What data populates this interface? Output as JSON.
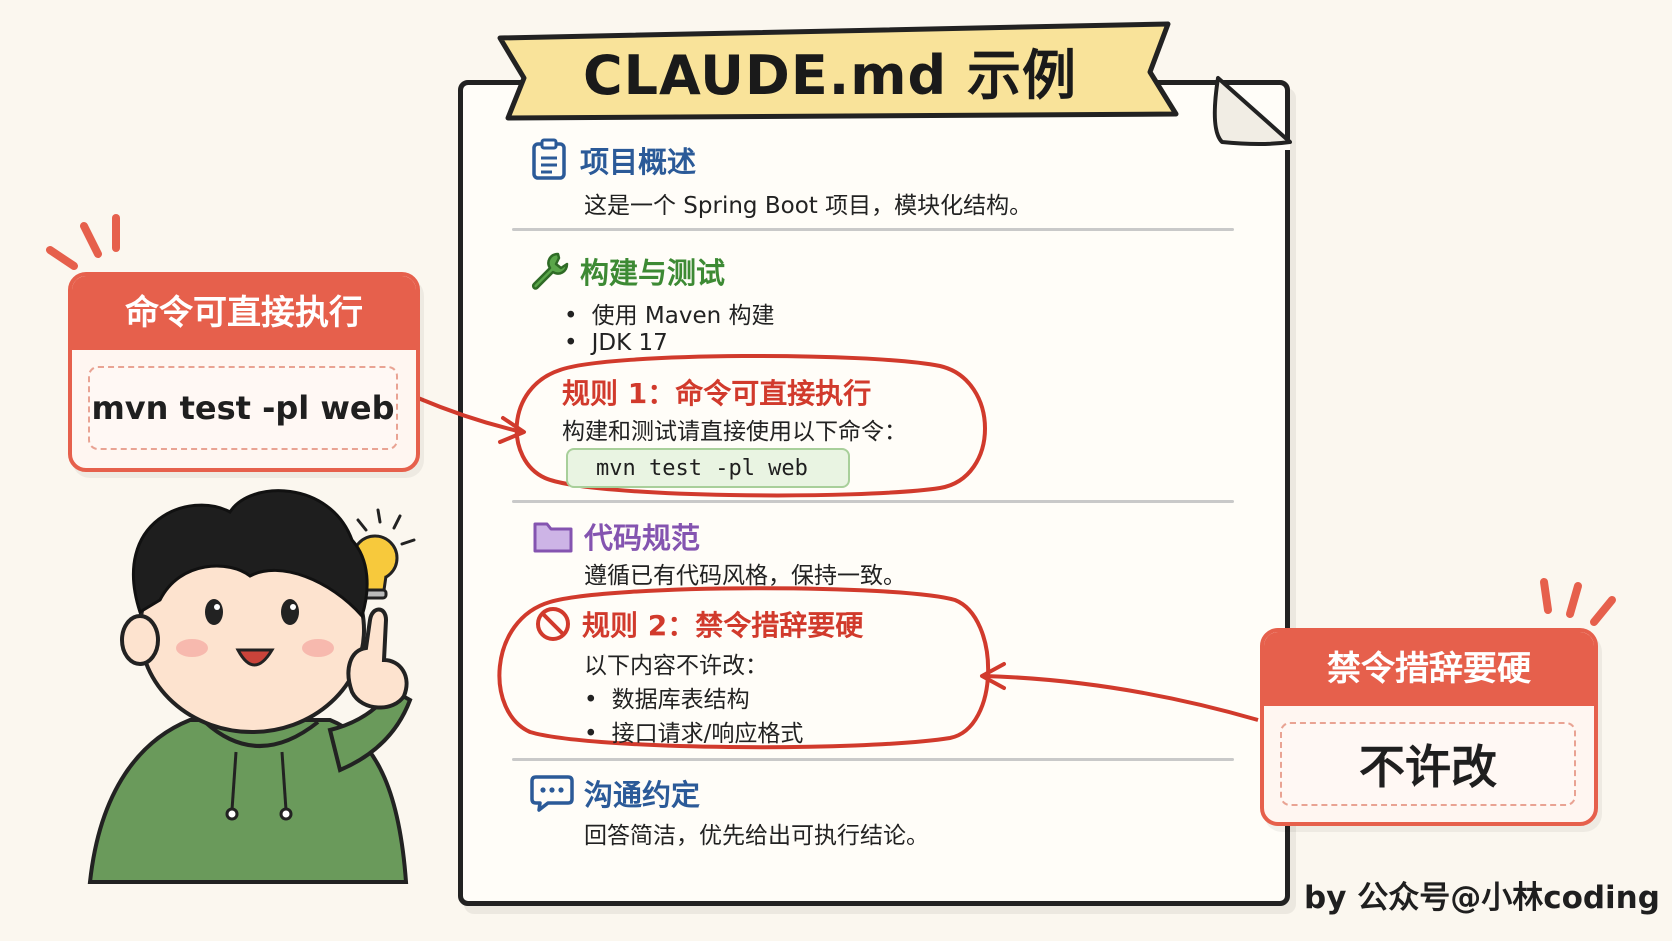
{
  "banner": {
    "title": "CLAUDE.md 示例"
  },
  "doc": {
    "overview": {
      "title": "项目概述",
      "body": "这是一个 Spring Boot 项目，模块化结构。"
    },
    "build": {
      "title": "构建与测试",
      "items": [
        "使用 Maven 构建",
        "JDK 17"
      ]
    },
    "rule1": {
      "title": "规则 1：命令可直接执行",
      "body": "构建和测试请直接使用以下命令：",
      "code": "mvn test -pl web"
    },
    "style": {
      "title": "代码规范",
      "body": "遵循已有代码风格，保持一致。"
    },
    "rule2": {
      "title": "规则 2：禁令措辞要硬",
      "body": "以下内容不许改：",
      "items": [
        "数据库表结构",
        "接口请求/响应格式"
      ]
    },
    "comm": {
      "title": "沟通约定",
      "body": "回答简洁，优先给出可执行结论。"
    }
  },
  "callouts": {
    "left": {
      "title": "命令可直接执行",
      "content": "mvn test -pl web"
    },
    "right": {
      "title": "禁令措辞要硬",
      "content": "不许改"
    }
  },
  "footer": {
    "credit": "by 公众号@小林coding"
  },
  "colors": {
    "accent_red": "#e6604c",
    "rule_red": "#d13a2c",
    "banner_yellow": "#f9e39a",
    "code_green": "#e9f4e2"
  },
  "icons": [
    "clipboard-icon",
    "wrench-icon",
    "folder-icon",
    "prohibited-icon",
    "chat-bubble-icon",
    "lightbulb-icon"
  ]
}
